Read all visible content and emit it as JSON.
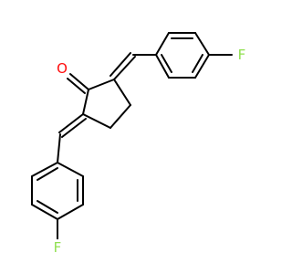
{
  "atoms": {
    "oxygen": {
      "label": "O",
      "color": "#ff0d0d"
    },
    "fluorine_top": {
      "label": "F",
      "color": "#90e050"
    },
    "fluorine_bottom": {
      "label": "F",
      "color": "#90e050"
    }
  },
  "bond_color": "#000000"
}
